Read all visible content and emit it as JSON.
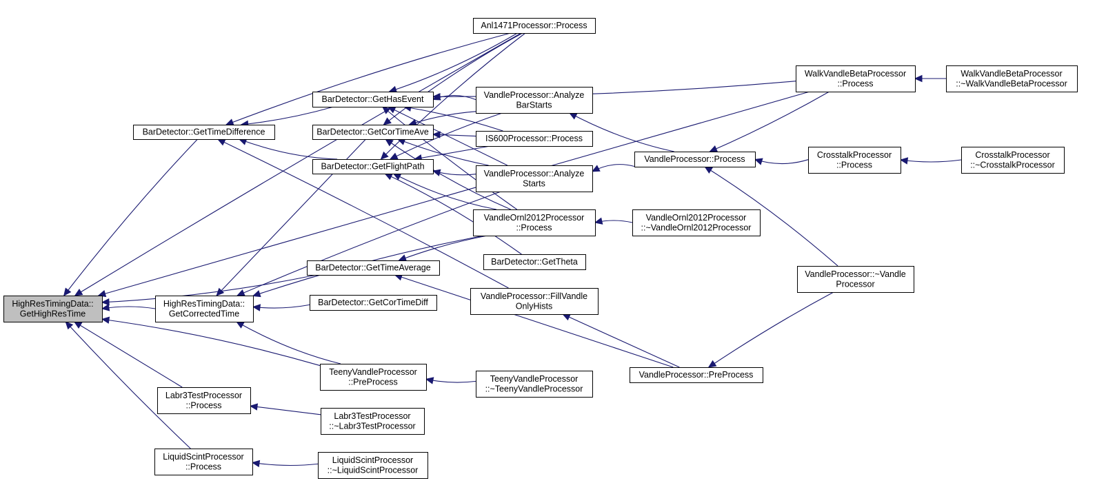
{
  "colors": {
    "edge": "#191970",
    "root_fill": "#bfbfbf",
    "node_fill": "#ffffff",
    "node_stroke": "#000000"
  },
  "nodes": [
    {
      "id": "root",
      "lines": [
        "HighResTimingData::",
        "GetHighResTime"
      ]
    },
    {
      "id": "bd_timediff",
      "lines": [
        "BarDetector::GetTimeDifference"
      ]
    },
    {
      "id": "hrtd_corrected",
      "lines": [
        "HighResTimingData::",
        "GetCorrectedTime"
      ]
    },
    {
      "id": "labr3",
      "lines": [
        "Labr3TestProcessor",
        "::Process"
      ]
    },
    {
      "id": "liquid",
      "lines": [
        "LiquidScintProcessor",
        "::Process"
      ]
    },
    {
      "id": "bd_hasevent",
      "lines": [
        "BarDetector::GetHasEvent"
      ]
    },
    {
      "id": "bd_cortimeave",
      "lines": [
        "BarDetector::GetCorTimeAve"
      ]
    },
    {
      "id": "bd_flightpath",
      "lines": [
        "BarDetector::GetFlightPath"
      ]
    },
    {
      "id": "bd_timeavg",
      "lines": [
        "BarDetector::GetTimeAverage"
      ]
    },
    {
      "id": "bd_cortimediff",
      "lines": [
        "BarDetector::GetCorTimeDiff"
      ]
    },
    {
      "id": "teeny_pre",
      "lines": [
        "TeenyVandleProcessor",
        "::PreProcess"
      ]
    },
    {
      "id": "labr3_dtor",
      "lines": [
        "Labr3TestProcessor",
        "::~Labr3TestProcessor"
      ]
    },
    {
      "id": "liquid_dtor",
      "lines": [
        "LiquidScintProcessor",
        "::~LiquidScintProcessor"
      ]
    },
    {
      "id": "anl",
      "lines": [
        "Anl1471Processor::Process"
      ]
    },
    {
      "id": "vp_barstarts",
      "lines": [
        "VandleProcessor::Analyze",
        "BarStarts"
      ]
    },
    {
      "id": "is600",
      "lines": [
        "IS600Processor::Process"
      ]
    },
    {
      "id": "vp_starts",
      "lines": [
        "VandleProcessor::Analyze",
        "Starts"
      ]
    },
    {
      "id": "orn_proc",
      "lines": [
        "VandleOrnl2012Processor",
        "::Process"
      ]
    },
    {
      "id": "bd_theta",
      "lines": [
        "BarDetector::GetTheta"
      ]
    },
    {
      "id": "vp_fill",
      "lines": [
        "VandleProcessor::FillVandle",
        "OnlyHists"
      ]
    },
    {
      "id": "teeny_dtor",
      "lines": [
        "TeenyVandleProcessor",
        "::~TeenyVandleProcessor"
      ]
    },
    {
      "id": "vp_process",
      "lines": [
        "VandleProcessor::Process"
      ]
    },
    {
      "id": "orn_dtor",
      "lines": [
        "VandleOrnl2012Processor",
        "::~VandleOrnl2012Processor"
      ]
    },
    {
      "id": "vp_dtor",
      "lines": [
        "VandleProcessor::~Vandle",
        "Processor"
      ]
    },
    {
      "id": "vp_pre",
      "lines": [
        "VandleProcessor::PreProcess"
      ]
    },
    {
      "id": "walk_proc",
      "lines": [
        "WalkVandleBetaProcessor",
        "::Process"
      ]
    },
    {
      "id": "walk_dtor",
      "lines": [
        "WalkVandleBetaProcessor",
        "::~WalkVandleBetaProcessor"
      ]
    },
    {
      "id": "cross_proc",
      "lines": [
        "CrosstalkProcessor",
        "::Process"
      ]
    },
    {
      "id": "cross_dtor",
      "lines": [
        "CrosstalkProcessor",
        "::~CrosstalkProcessor"
      ]
    }
  ],
  "edges": [
    [
      "root",
      "bd_timediff"
    ],
    [
      "root",
      "hrtd_corrected"
    ],
    [
      "root",
      "labr3"
    ],
    [
      "root",
      "liquid"
    ],
    [
      "root",
      "bd_timeavg"
    ],
    [
      "root",
      "teeny_pre"
    ],
    [
      "root",
      "anl"
    ],
    [
      "root",
      "walk_proc"
    ],
    [
      "bd_timediff",
      "bd_hasevent"
    ],
    [
      "bd_timediff",
      "bd_flightpath"
    ],
    [
      "bd_timediff",
      "anl"
    ],
    [
      "bd_timediff",
      "vp_fill"
    ],
    [
      "hrtd_corrected",
      "bd_cortimeave"
    ],
    [
      "hrtd_corrected",
      "bd_cortimediff"
    ],
    [
      "hrtd_corrected",
      "teeny_pre"
    ],
    [
      "hrtd_corrected",
      "orn_proc"
    ],
    [
      "hrtd_corrected",
      "vp_starts"
    ],
    [
      "labr3",
      "labr3_dtor"
    ],
    [
      "liquid",
      "liquid_dtor"
    ],
    [
      "bd_hasevent",
      "anl"
    ],
    [
      "bd_hasevent",
      "vp_barstarts"
    ],
    [
      "bd_hasevent",
      "is600"
    ],
    [
      "bd_hasevent",
      "vp_starts"
    ],
    [
      "bd_hasevent",
      "orn_proc"
    ],
    [
      "bd_hasevent",
      "walk_proc"
    ],
    [
      "bd_cortimeave",
      "anl"
    ],
    [
      "bd_cortimeave",
      "vp_barstarts"
    ],
    [
      "bd_cortimeave",
      "is600"
    ],
    [
      "bd_cortimeave",
      "vp_starts"
    ],
    [
      "bd_cortimeave",
      "orn_proc"
    ],
    [
      "bd_flightpath",
      "anl"
    ],
    [
      "bd_flightpath",
      "vp_barstarts"
    ],
    [
      "bd_flightpath",
      "is600"
    ],
    [
      "bd_flightpath",
      "vp_starts"
    ],
    [
      "bd_flightpath",
      "orn_proc"
    ],
    [
      "bd_flightpath",
      "bd_theta"
    ],
    [
      "bd_timeavg",
      "orn_proc"
    ],
    [
      "bd_timeavg",
      "vp_pre"
    ],
    [
      "teeny_pre",
      "teeny_dtor"
    ],
    [
      "vp_barstarts",
      "vp_process"
    ],
    [
      "vp_starts",
      "vp_process"
    ],
    [
      "orn_proc",
      "orn_dtor"
    ],
    [
      "vp_fill",
      "vp_pre"
    ],
    [
      "vp_process",
      "walk_proc"
    ],
    [
      "vp_process",
      "cross_proc"
    ],
    [
      "vp_process",
      "vp_dtor"
    ],
    [
      "vp_pre",
      "vp_dtor"
    ],
    [
      "walk_proc",
      "walk_dtor"
    ],
    [
      "cross_proc",
      "cross_dtor"
    ]
  ]
}
